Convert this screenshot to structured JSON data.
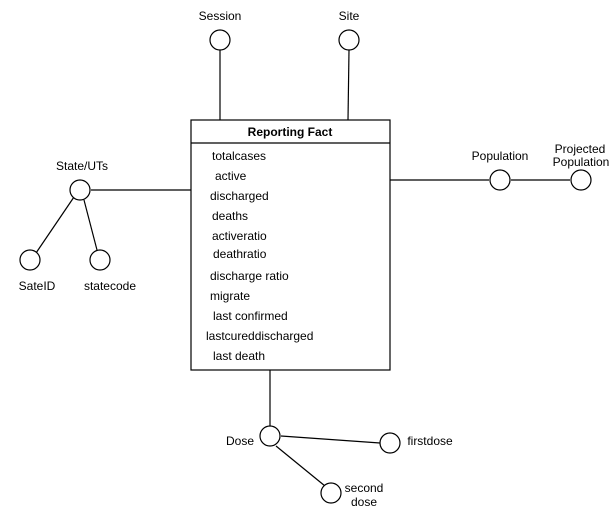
{
  "fact": {
    "title": "Reporting Fact",
    "attributes": [
      "totalcases",
      "active",
      "discharged",
      "deaths",
      "activeratio",
      "deathratio",
      "discharge ratio",
      "migrate",
      "last confirmed",
      "lastcureddischarged",
      "last death"
    ]
  },
  "dimensions": {
    "session": "Session",
    "site": "Site",
    "state": "State/UTs",
    "state_id": "SateID",
    "statecode": "statecode",
    "population": "Population",
    "projected_population_line1": "Projected",
    "projected_population_line2": "Population",
    "dose": "Dose",
    "firstdose": "firstdose",
    "second_dose_line1": "second",
    "second_dose_line2": "dose"
  }
}
